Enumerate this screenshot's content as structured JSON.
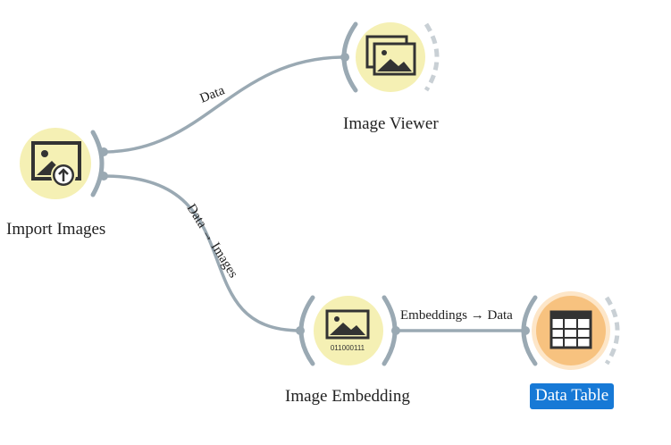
{
  "canvas": {
    "nodes": [
      {
        "id": "import-images",
        "title": "Import Images",
        "icon": "image-upload-icon",
        "state": "normal"
      },
      {
        "id": "image-viewer",
        "title": "Image Viewer",
        "icon": "image-gallery-icon",
        "state": "normal"
      },
      {
        "id": "image-embedding",
        "title": "Image Embedding",
        "icon": "image-embedding-icon",
        "icon_text": "011000111",
        "state": "normal"
      },
      {
        "id": "data-table",
        "title": "Data Table",
        "icon": "table-icon",
        "state": "selected"
      }
    ],
    "links": [
      {
        "from": "import-images",
        "to": "image-viewer",
        "label": "Data"
      },
      {
        "from": "import-images",
        "to": "image-embedding",
        "label": "Data → Images"
      },
      {
        "from": "image-embedding",
        "to": "data-table",
        "label": "Embeddings → Data"
      }
    ]
  },
  "colors": {
    "node_circle": "#f5f0b4",
    "selected_node_circle": "#f7c27f",
    "link": "#9aa9b3",
    "selected_label_bg": "#1779d6"
  }
}
